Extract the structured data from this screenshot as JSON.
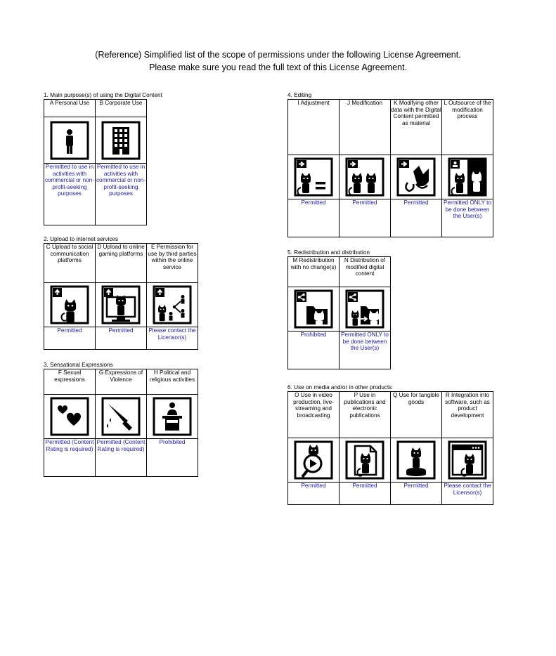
{
  "header": {
    "line1": "(Reference) Simplified list of the scope of permissions under the following License Agreement.",
    "line2": "Please make sure you read the full text of this License Agreement."
  },
  "colors": {
    "status_text": "#1a1aaa",
    "border": "#000000"
  },
  "sections": {
    "s1": {
      "title": "1. Main purpose(s) of using the Digital Content",
      "items": [
        {
          "label": "A Personal Use",
          "icon": "person-icon",
          "status": "Permitted to use in activities with commercial or non-profit-seeking purposes"
        },
        {
          "label": "B  Corporate Use",
          "icon": "office-building-icon",
          "status": "Permitted to use in activities with commercial or non-profit-seeking purposes"
        }
      ]
    },
    "s2": {
      "title": "2. Upload to internet services",
      "items": [
        {
          "label": "C Upload to social communication platforms",
          "icon": "upload-social-icon",
          "status": "Permitted"
        },
        {
          "label": "D Upload to online gaming platforms",
          "icon": "upload-gaming-icon",
          "status": "Permitted"
        },
        {
          "label": "E Permission for use by third parties within the online service",
          "icon": "third-party-share-icon",
          "status": "Please contact the Licensor(s)"
        }
      ]
    },
    "s3": {
      "title": "3. Sensational Expressions",
      "items": [
        {
          "label": "F Sexual expressions",
          "icon": "hearts-icon",
          "status": "Permitted (Content Rating is required)"
        },
        {
          "label": "G Expressions of Violence",
          "icon": "knife-icon",
          "status": "Permitted (Content Rating is required)"
        },
        {
          "label": "H Political and religious activities",
          "icon": "podium-speaker-icon",
          "status": "Prohibited"
        }
      ]
    },
    "s4": {
      "title": "4. Editing",
      "items": [
        {
          "label": "I Adjustment",
          "icon": "adjustment-icon",
          "status": "Permitted"
        },
        {
          "label": "J Modification",
          "icon": "modification-icon",
          "status": "Permitted"
        },
        {
          "label": "K Modifying other data with the Digital Content permitted as material",
          "icon": "modify-other-data-icon",
          "status": "Permitted"
        },
        {
          "label": "L Outsource of the modification process",
          "icon": "outsource-icon",
          "status": "Permitted ONLY to be done between the User(s)"
        }
      ]
    },
    "s5": {
      "title": "5. Redistribution and distribution",
      "items": [
        {
          "label": "M Redistribution with no change(s)",
          "icon": "redistribute-icon",
          "status": "Prohibited"
        },
        {
          "label": "N Distribution of modified digital content",
          "icon": "distribute-modified-icon",
          "status": "Permitted ONLY to be done between the User(s)"
        }
      ]
    },
    "s6": {
      "title": "6. Use on media and/or in other products",
      "items": [
        {
          "label": "O Use in video production, live-streaming and broadcasting",
          "icon": "video-play-icon",
          "status": "Permitted"
        },
        {
          "label": "P Use in publications and electronic publications",
          "icon": "publication-icon",
          "status": "Permitted"
        },
        {
          "label": "Q Use for tangible goods",
          "icon": "figure-goods-icon",
          "status": "Permitted"
        },
        {
          "label": "R Integration into software, such as product development",
          "icon": "software-window-icon",
          "status": "Please contact the Licensor(s)"
        }
      ]
    }
  }
}
